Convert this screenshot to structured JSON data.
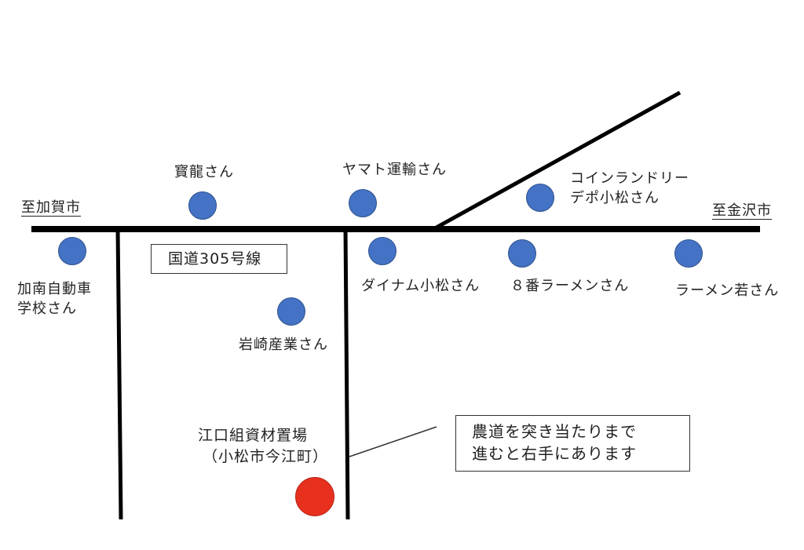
{
  "directions": {
    "left": "至加賀市",
    "right": "至金沢市"
  },
  "road_name": "国道305号線",
  "places": {
    "houryu": "寳龍さん",
    "yamato": "ヤマト運輸さん",
    "coin_laundry_line1": "コインランドリー",
    "coin_laundry_line2": "デポ小松さん",
    "driving_school_line1": "加南自動車",
    "driving_school_line2": "学校さん",
    "dynam": "ダイナム小松さん",
    "hachiban": "８番ラーメンさん",
    "ramen_waka": "ラーメン若さん",
    "iwasaki": "岩崎産業さん"
  },
  "destination": {
    "name_line1": "江口組資材置場",
    "name_line2": "（小松市今江町）",
    "pin_color": "#e8301e"
  },
  "note": {
    "line1": "農道を突き当たりまで",
    "line2": "進むと右手にあります"
  },
  "colors": {
    "poi_pin": "#4472c4",
    "road": "#000000"
  }
}
